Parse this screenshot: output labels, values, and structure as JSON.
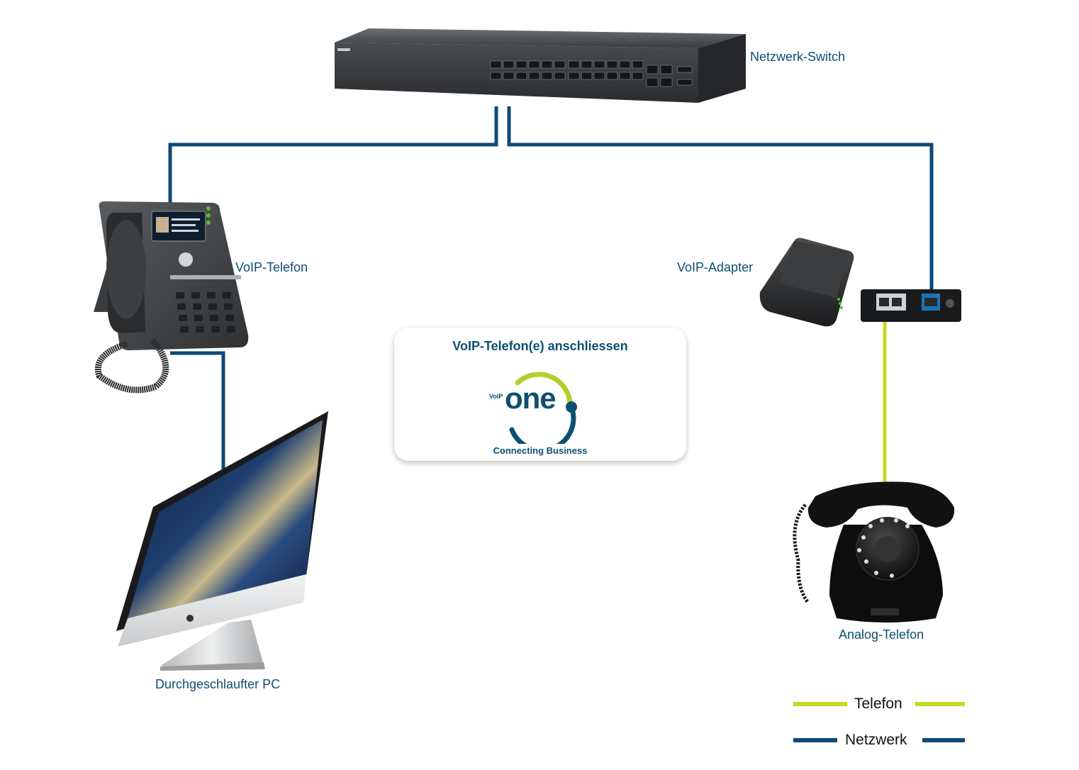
{
  "labels": {
    "switch": "Netzwerk-Switch",
    "voip_phone": "VoIP-Telefon",
    "voip_adapter": "VoIP-Adapter",
    "analog_phone": "Analog-Telefon",
    "pc": "Durchgeschlaufter PC"
  },
  "card": {
    "title": "VoIP-Telefon(e) anschliessen",
    "logo_small": "VoIP",
    "logo_main": "one",
    "tagline": "Connecting Business"
  },
  "legend": {
    "telefon": "Telefon",
    "netzwerk": "Netzwerk"
  },
  "colors": {
    "network_line": "#0d4a78",
    "phone_line": "#c8d820",
    "label_text": "#0d4f72",
    "logo_green": "#b5cf2a"
  },
  "icons": {
    "switch": "network-switch-icon",
    "voip_phone": "desk-ip-phone-icon",
    "voip_adapter": "voip-adapter-icon",
    "analog_phone": "rotary-phone-icon",
    "pc": "desktop-computer-icon"
  }
}
